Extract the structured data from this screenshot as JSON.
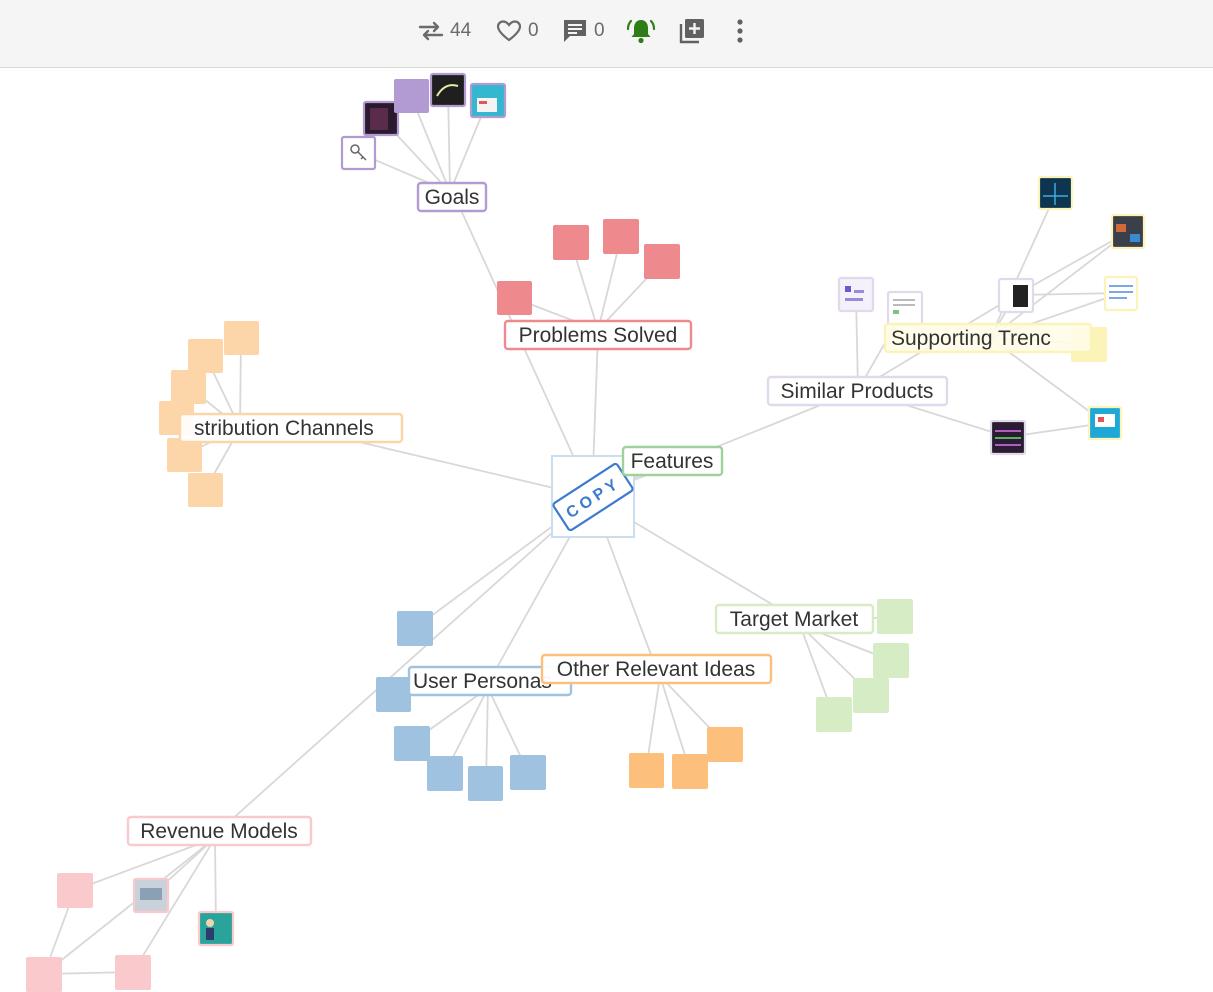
{
  "toolbar": {
    "reposts": "44",
    "likes": "0",
    "comments": "0"
  },
  "graph": {
    "center_stamp": "COPY",
    "topics": [
      {
        "key": "goals",
        "label": "Goals",
        "color": "#b29ad3"
      },
      {
        "key": "problems",
        "label": "Problems Solved",
        "color": "#ee8a8d"
      },
      {
        "key": "distribution",
        "label": "stribution Channels",
        "color": "#fcd5a8"
      },
      {
        "key": "features",
        "label": "Features",
        "color": "#9fd29a"
      },
      {
        "key": "similar",
        "label": "Similar Products",
        "color": "#e3d9ec"
      },
      {
        "key": "trends",
        "label": "Supporting Trenc",
        "color": "#fbf3b8"
      },
      {
        "key": "target",
        "label": "Target Market",
        "color": "#d6ecc4"
      },
      {
        "key": "personas",
        "label": "User Personas",
        "color": "#9ec2e0"
      },
      {
        "key": "ideas",
        "label": "Other Relevant Ideas",
        "color": "#fcbf7c"
      },
      {
        "key": "revenue",
        "label": "Revenue Models",
        "color": "#f9c9cc"
      }
    ]
  }
}
